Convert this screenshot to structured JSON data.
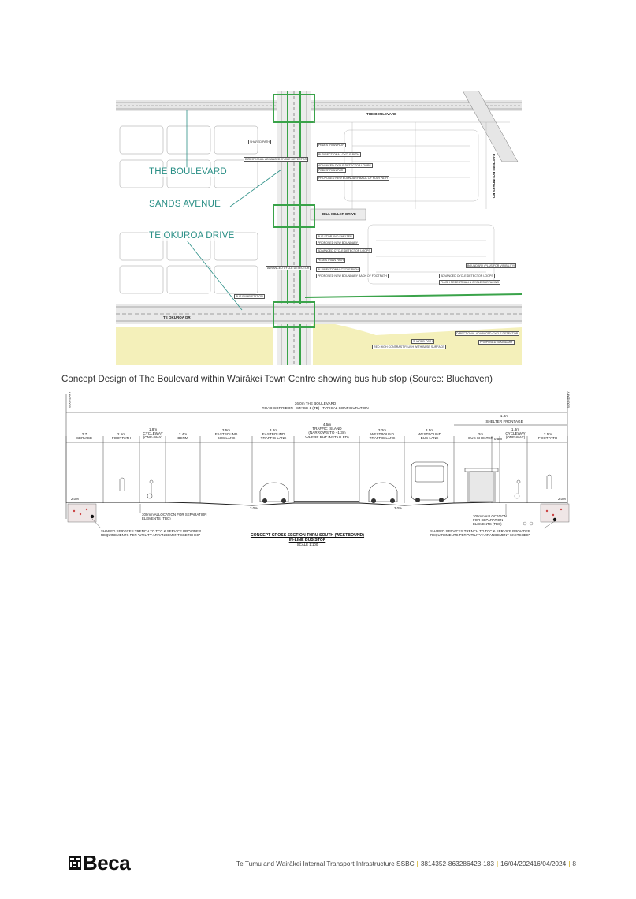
{
  "plan": {
    "callouts": {
      "boulevard": "THE BOULEVARD",
      "sands": "SANDS AVENUE",
      "okuroa": "TE OKUROA DRIVE"
    },
    "road_names": {
      "boulevard_top": "THE BOULEVARD",
      "okuroa_bottom": "TE OKUROA DR",
      "bill_miller": "BILL MILLER DRIVE",
      "eastern": "EASTERN BOUNDARY RD"
    },
    "labels": [
      "PEDESTRIAN PATH",
      "BI-DIRECTIONAL CYCLE PATH",
      "ADVANCED CYCLE DETECTOR LOOPS",
      "PEDESTRIAN PATH",
      "PROPOSED NEW BOUNDARY BACK OF FOOTPATH",
      "DIRECTIONAL ADVANCED CYCLE DETECTOR",
      "SHARED PATH",
      "BUS STOP AND SHELTER",
      "PROPOSED NEW BOUNDARY",
      "ADVANCED CYCLE DETECTOR LOOPS",
      "PEDESTRIAN PATH",
      "BI-DIRECTIONAL CYCLE PATH",
      "PROPOSED NEW BOUNDARY BACK OF FOOTPATH",
      "ADVANCED CYCLE DETECTOR",
      "BOUNDARY (PLUS FOR VISIBILITY)",
      "ADVANCED CYCLE DETECTOR LOOPS",
      "FLUSH PEDESTRIAN & CYCLE SURFACING",
      "RED HIGH CONTRAST FLUSH WITH BASE SURFACE",
      "DIRECTIONAL ADVANCED CYCLE DETECTOR",
      "PROPOSED BOUNDARY",
      "SHARED PATH",
      "BUS PUMP STATION"
    ]
  },
  "caption": "Concept Design of The Boulevard within Wairākei Town Centre showing bus hub stop (Source: Bluehaven)",
  "section": {
    "overall": "36.0m THE BOULEVARD",
    "overall_sub": "ROAD CORRIDOR - STAGE 1 (TB) - TYPICAL CONFIGURATION",
    "shelter_width": "1.0m",
    "shelter_frontage": "SHELTER FRONTAGE",
    "lanes": [
      "2.7\nSERVICE",
      "2.5m\nFOOTPATH",
      "1.8m\nCYCLEWAY\n(ONE-WAY)",
      "2.4m\nBERM",
      "3.5m\nEASTBOUND\nBUS LANE",
      "3.2m\nEASTBOUND\nTRAFFIC LANE",
      "4.5m\nTRAFFIC ISLAND\n(NARROWS TO ~1.3m\nWHERE RHT INSTALLED)",
      "3.2m\nWESTBOUND\nTRAFFIC LANE",
      "3.5m\nWESTBOUND\nBUS LANE",
      "2m\nBUS SHELTER",
      "0.5m",
      "1.8m\nCYCLEWAY\n(ONE-WAY)",
      "2.5m\nFOOTPATH"
    ],
    "slopes": [
      "2.0%",
      "3.0%",
      "3.0%",
      "2.0%"
    ],
    "note_separation_left": "300mm ALLOCATION FOR SEPARATION\nELEMENTS (TBC)",
    "note_separation_right": "300mm ALLOCATION\nFOR SEPARATION\nELEMENTS (TBC)",
    "note_trench_left": "SHARED SERVICES TRENCH TO TCC & SERVICE PROVIDER\nREQUIREMENTS PER \"UTILITY ARRANGEMENT SKETCHES\"",
    "note_trench_right": "SHARED SERVICES TRENCH TO TCC & SERVICE PROVIDER\nREQUIREMENTS PER \"UTILITY ARRANGEMENT SKETCHES\"",
    "title_line1": "CONCEPT CROSS SECTION THRU SOUTH (WESTBOUND)",
    "title_line2": "IN-LINE BUS STOP",
    "title_line3": "SCALE 1:100",
    "boundary_left": "BOUNDARY",
    "boundary_right": "BOUNDARY"
  },
  "footer": {
    "logo": "Beca",
    "doc_title": "Te Tumu and Wairākei Internal Transport Infrastructure SSBC",
    "doc_ref": "3814352-863286423-183",
    "doc_date": "16/04/202416/04/2024",
    "page": "8"
  },
  "colors": {
    "callout": "#2a8f86",
    "road_green": "#3aa34a",
    "reserve_yellow": "#f3efb8",
    "footer_separator": "#c9a400"
  }
}
